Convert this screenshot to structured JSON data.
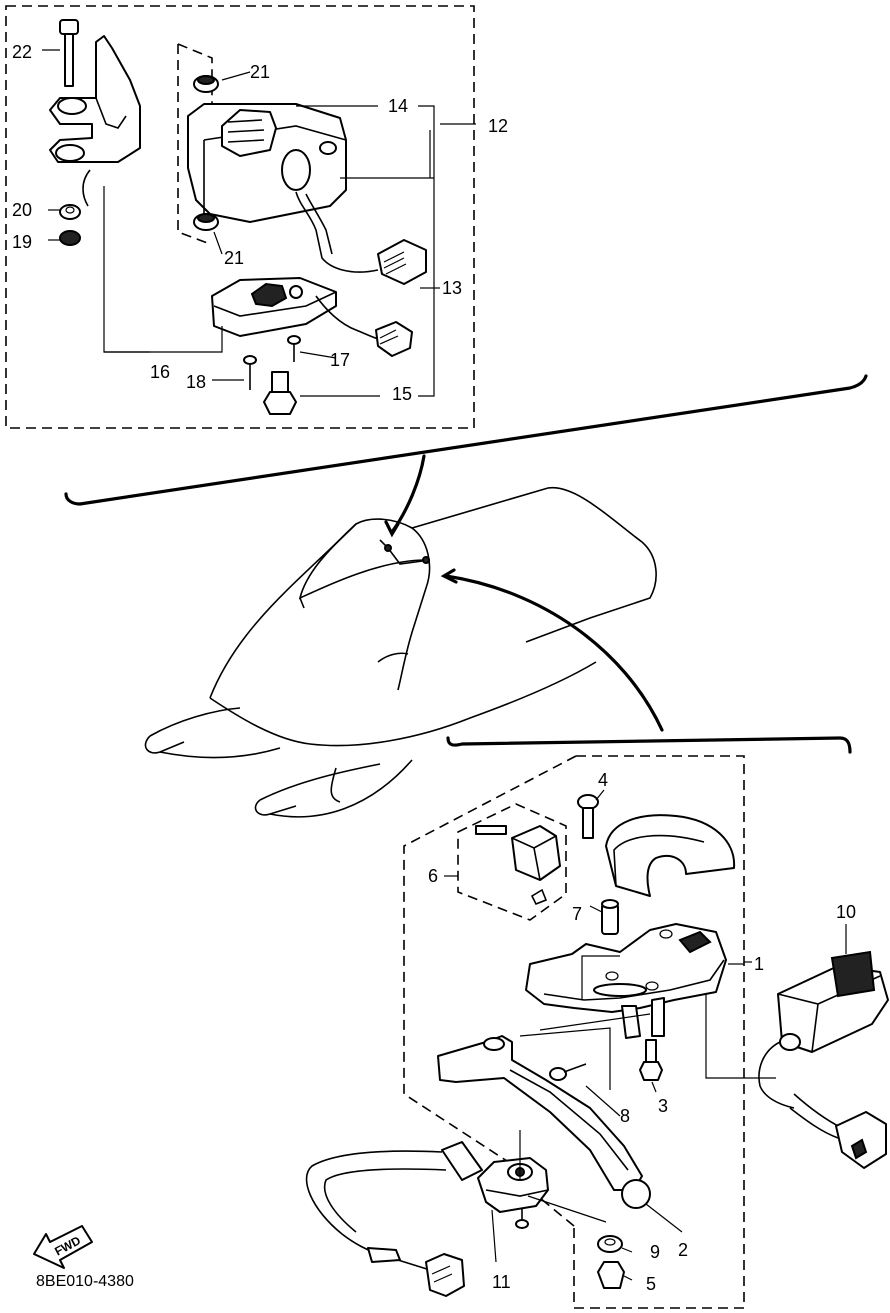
{
  "diagram": {
    "drawing_code": "8BE010-4380",
    "fwd_text": "FWD",
    "callouts": {
      "c1": "1",
      "c2": "2",
      "c3": "3",
      "c4": "4",
      "c5": "5",
      "c6": "6",
      "c7": "7",
      "c8": "8",
      "c9": "9",
      "c10": "10",
      "c11": "11",
      "c12": "12",
      "c13": "13",
      "c14": "14",
      "c15": "15",
      "c16": "16",
      "c17": "17",
      "c18": "18",
      "c19": "19",
      "c20": "20",
      "c21a": "21",
      "c21b": "21",
      "c22": "22"
    }
  }
}
